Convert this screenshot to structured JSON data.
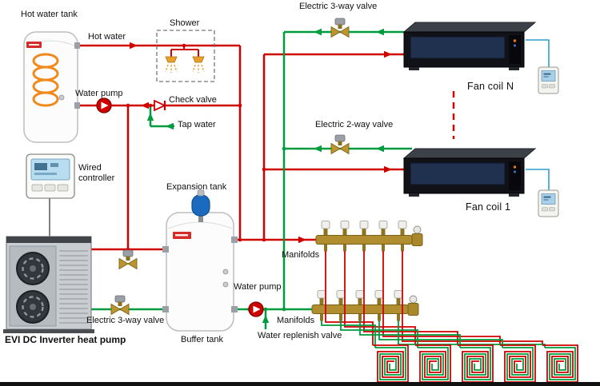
{
  "diagram": {
    "type": "hvac-piping-schematic",
    "labels": {
      "hot_water_tank": "Hot water tank",
      "hot_water": "Hot water",
      "shower": "Shower",
      "water_pump_top": "Water pump",
      "check_valve": "Check valve",
      "tap_water": "Tap water",
      "electric_3way_valve_top": "Electric 3-way valve",
      "fan_coil_n": "Fan coil N",
      "electric_2way_valve": "Electric 2-way valve",
      "fan_coil_1": "Fan coil 1",
      "wired_controller": "Wired controller",
      "expansion_tank": "Expansion tank",
      "manifolds_top": "Manifolds",
      "water_pump_bottom": "Water pump",
      "manifolds_bottom": "Manifolds",
      "electric_3way_valve_bottom": "Electric 3-way valve",
      "buffer_tank": "Buffer tank",
      "water_replenish_valve": "Water replenish valve",
      "heat_pump": "EVI DC Inverter heat pump"
    },
    "colors": {
      "hot_supply_pipe": "#d10000",
      "return_pipe": "#009b3c",
      "signal_wire": "#2a9fd4",
      "valve_brass": "#b8912a",
      "coil_orange": "#ef8a1c"
    }
  }
}
